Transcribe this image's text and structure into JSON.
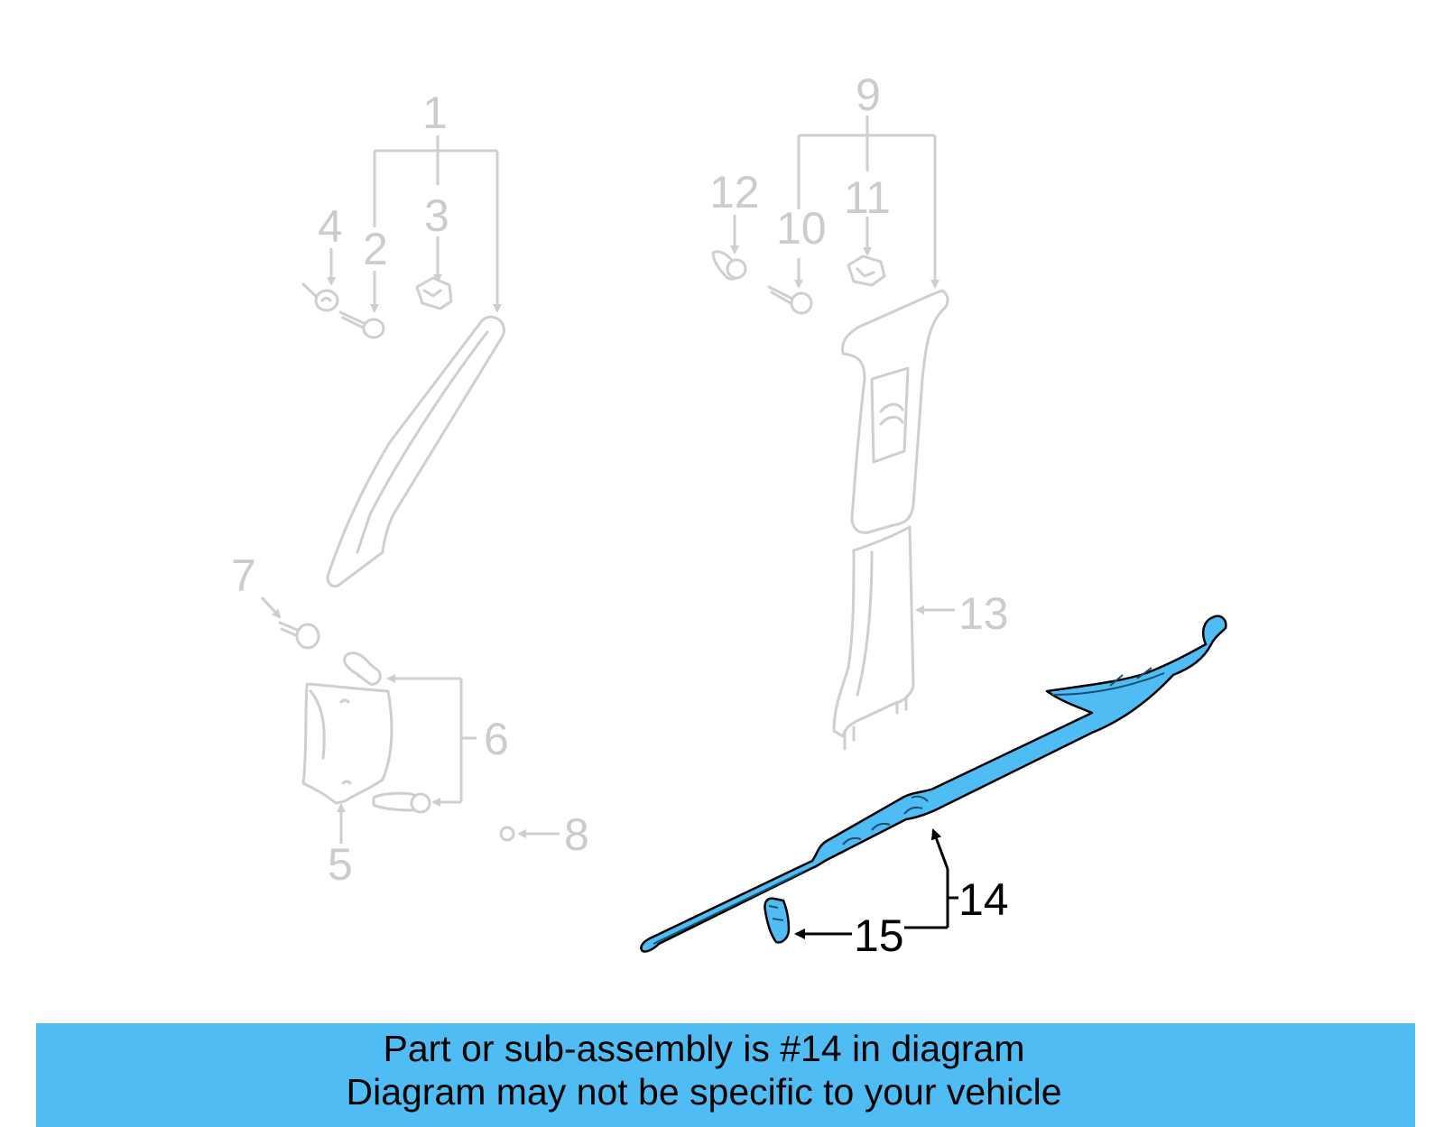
{
  "callouts": {
    "c1": "1",
    "c2": "2",
    "c3": "3",
    "c4": "4",
    "c5": "5",
    "c6": "6",
    "c7": "7",
    "c8": "8",
    "c9": "9",
    "c10": "10",
    "c11": "11",
    "c12": "12",
    "c13": "13",
    "c14": "14",
    "c15": "15"
  },
  "highlighted_part": "14",
  "colors": {
    "highlight": "#4fbdf3",
    "ghost": "#cfcfcf",
    "banner": "#4fbdf3"
  },
  "banner": {
    "line1": "Part or sub-assembly is #14 in diagram",
    "line2": "Diagram may not be specific to your vehicle"
  }
}
